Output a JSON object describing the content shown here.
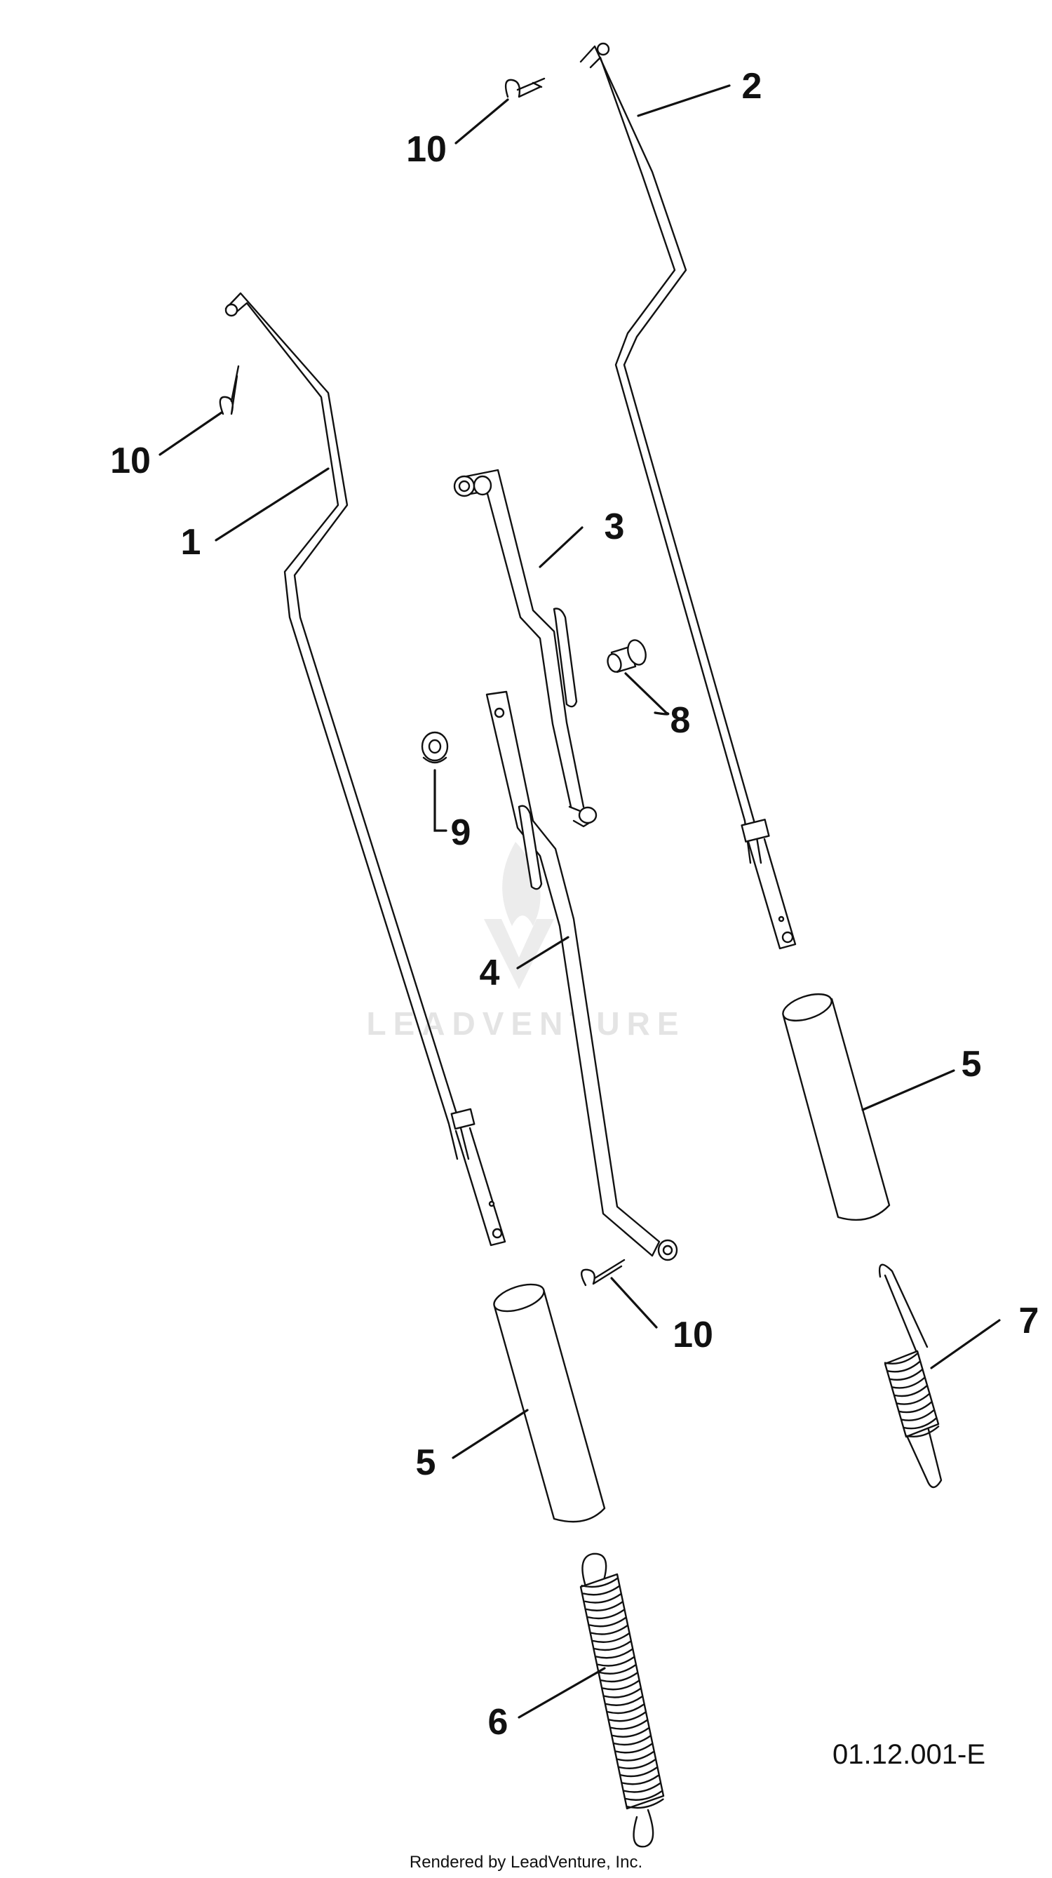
{
  "watermark": {
    "text": "LEADVENTURE"
  },
  "diagram_code": "01.12.001-E",
  "footer": {
    "rendered_by": "Rendered by LeadVenture, Inc."
  },
  "callouts": [
    {
      "id": "c-1",
      "label": "1"
    },
    {
      "id": "c-2",
      "label": "2"
    },
    {
      "id": "c-3",
      "label": "3"
    },
    {
      "id": "c-4",
      "label": "4"
    },
    {
      "id": "c-5a",
      "label": "5"
    },
    {
      "id": "c-5b",
      "label": "5"
    },
    {
      "id": "c-6",
      "label": "6"
    },
    {
      "id": "c-7",
      "label": "7"
    },
    {
      "id": "c-8",
      "label": "8"
    },
    {
      "id": "c-9",
      "label": "9"
    },
    {
      "id": "c-10a",
      "label": "10"
    },
    {
      "id": "c-10b",
      "label": "10"
    },
    {
      "id": "c-10c",
      "label": "10"
    }
  ]
}
